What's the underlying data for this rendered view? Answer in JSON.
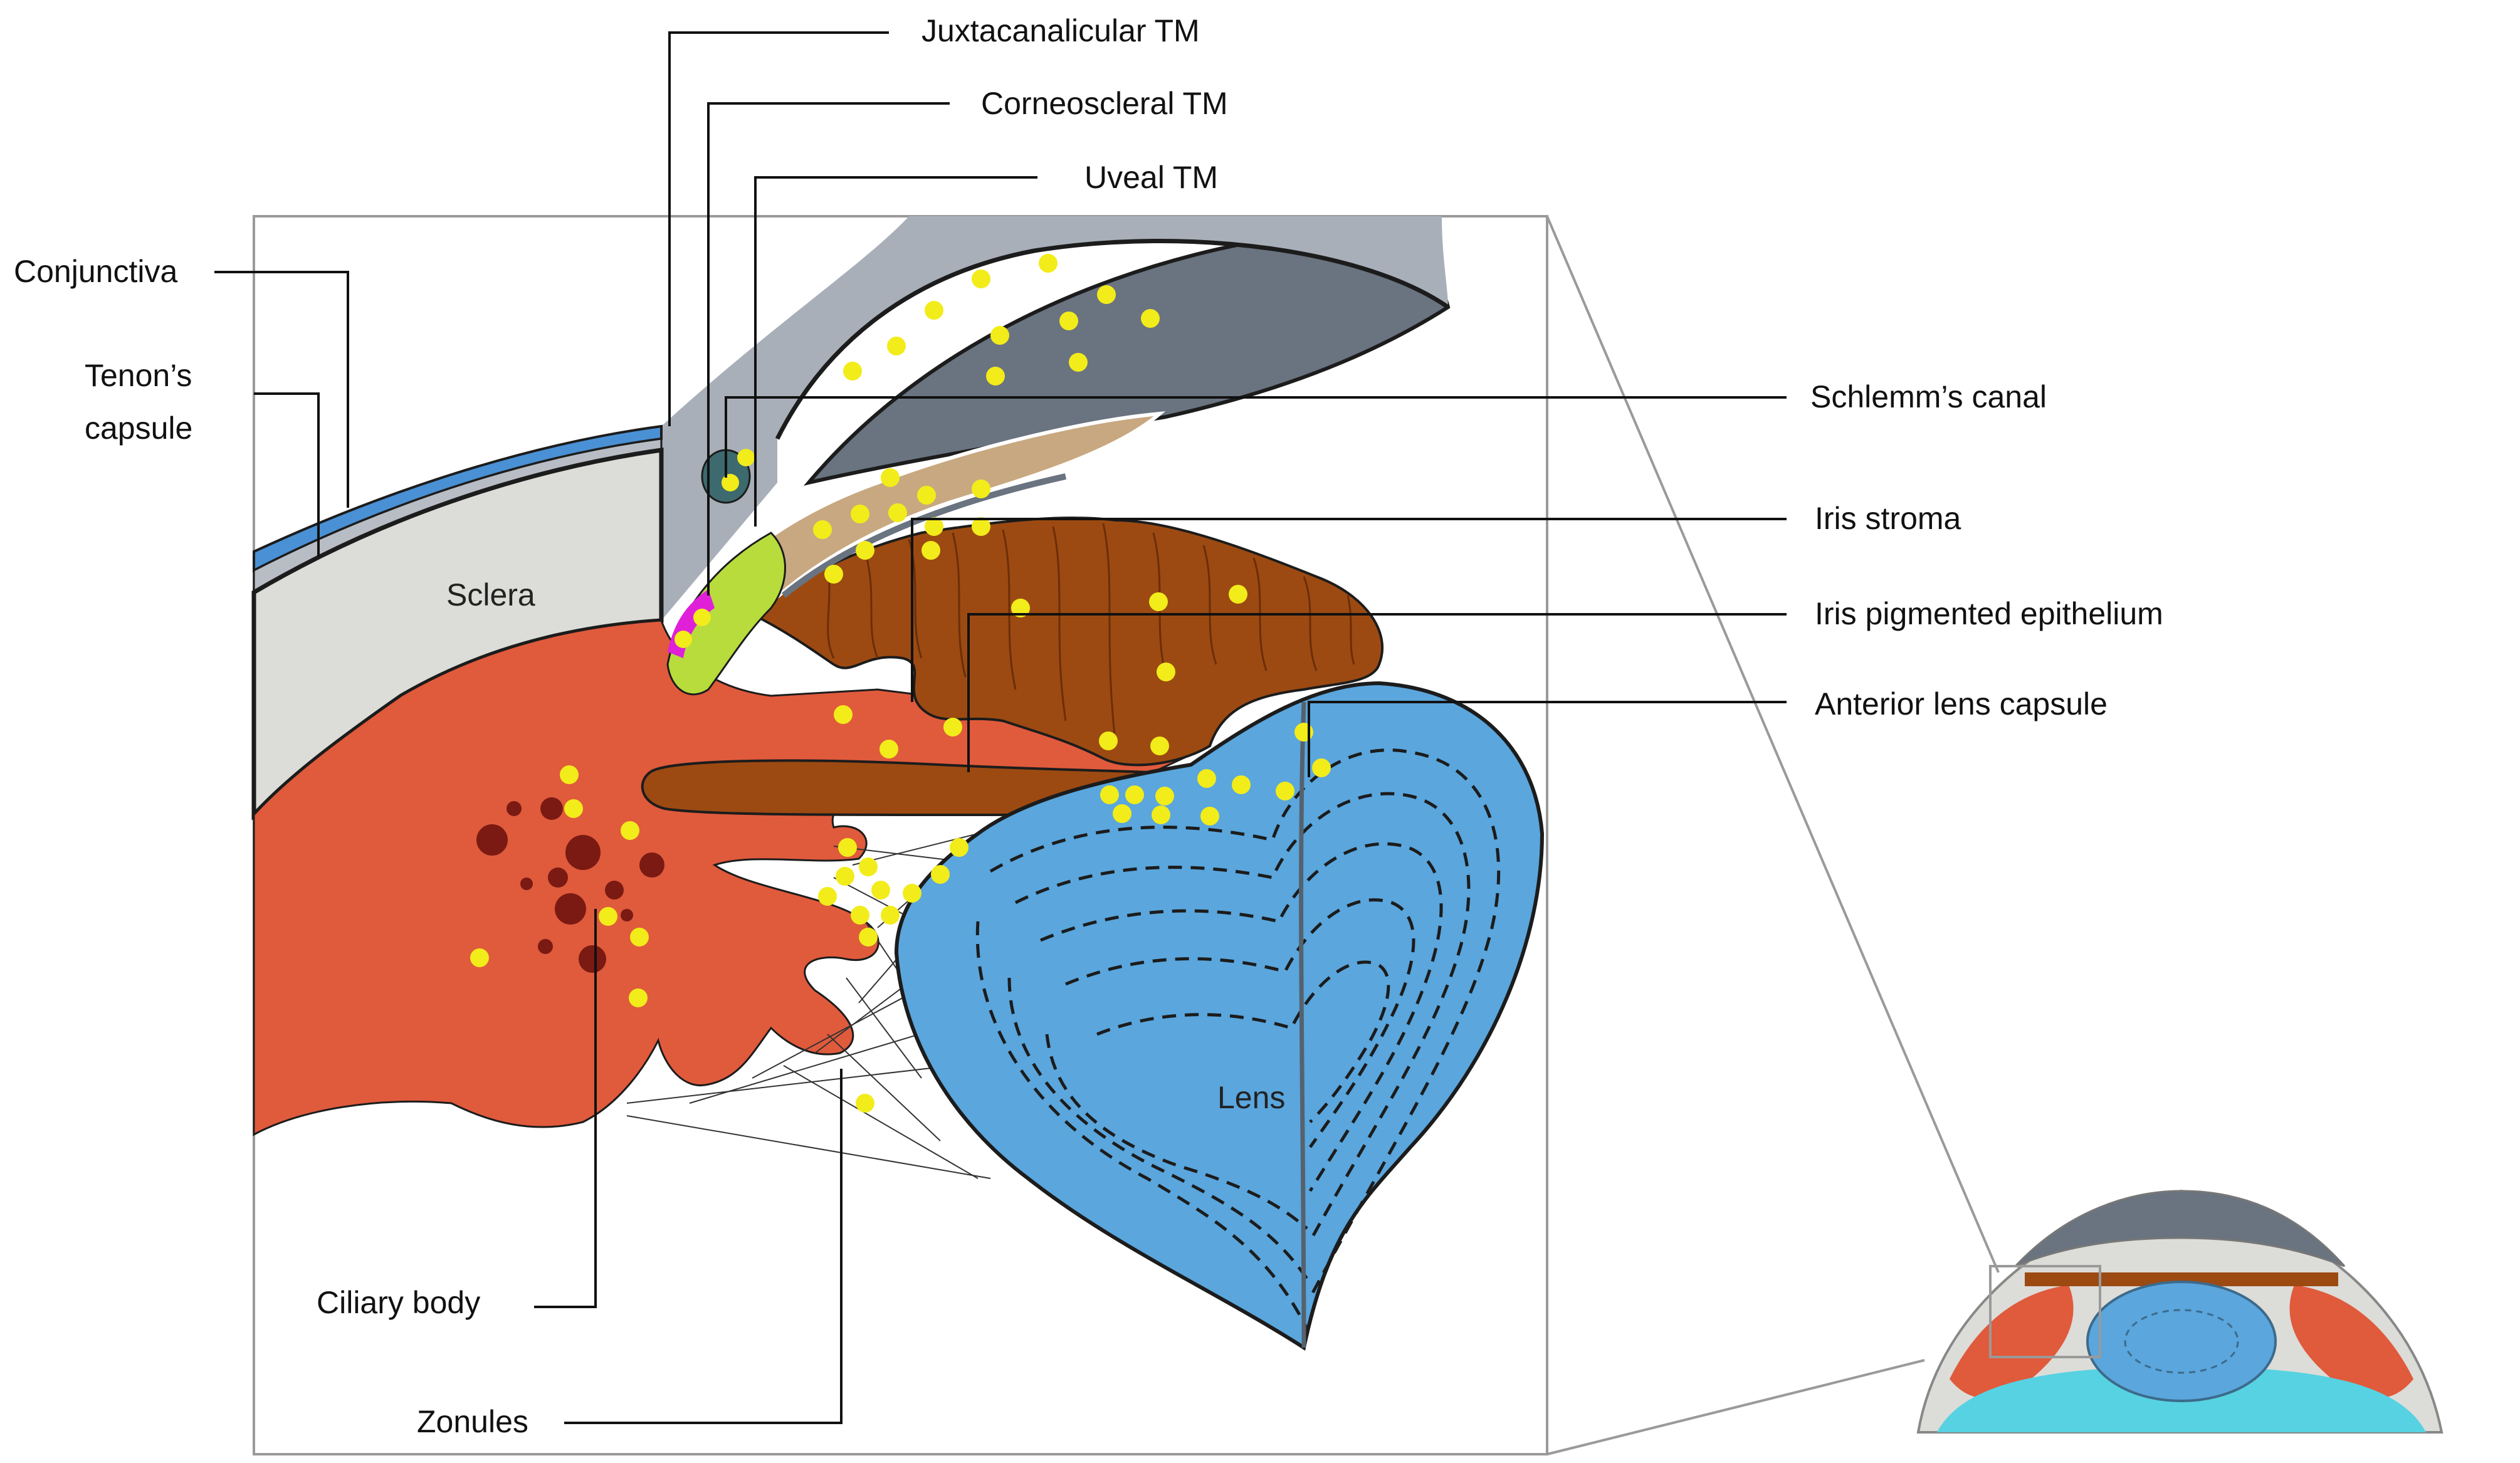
{
  "labels": {
    "juxtacanalicular": "Juxtacanalicular TM",
    "corneoscleral": "Corneoscleral TM",
    "uveal": "Uveal TM",
    "conjunctiva": "Conjunctiva",
    "tenons_line1": "Tenon’s",
    "tenons_line2": "capsule",
    "schlemm": "Schlemm’s canal",
    "iris_stroma": "Iris stroma",
    "iris_epithelium": "Iris pigmented epithelium",
    "anterior_lens_capsule": "Anterior lens capsule",
    "sclera": "Sclera",
    "lens": "Lens",
    "ciliary_body": "Ciliary body",
    "zonules": "Zonules"
  },
  "colors": {
    "ciliary_muscle": "#e05a3c",
    "iris_brown": "#9c4a12",
    "lens_blue": "#5aa6dd",
    "cornea_gray": "#a6adb6",
    "chamber_gray": "#6a7380",
    "sclera": "#dcdcd8",
    "conjunctiva_blue": "#4a90d4",
    "marker_yellow": "#f2ec1a",
    "tm_magenta": "#e020d8",
    "tm_green": "#b7dc3c",
    "uveal_tan": "#c8a880"
  }
}
